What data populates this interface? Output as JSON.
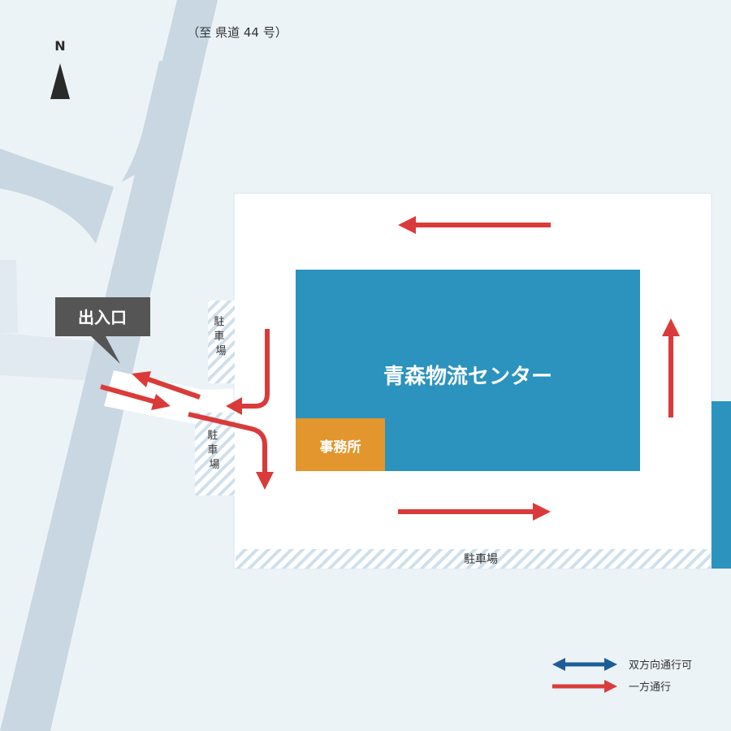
{
  "road_note": "（至 県道 44 号）",
  "compass": {
    "label": "N"
  },
  "entrance_label": "出入口",
  "building": {
    "name": "青森物流センター",
    "office": "事務所"
  },
  "parking_label": "駐車場",
  "legend": {
    "two_way": "双方向通行可",
    "one_way": "一方通行"
  },
  "colors": {
    "background": "#ecf3f7",
    "road": "#c8d7e1",
    "lot": "#ffffff",
    "building": "#2b93bd",
    "office": "#e3962d",
    "one_way_arrow": "#da3b3a",
    "two_way_arrow": "#1c5d97",
    "label_bg": "#555555"
  }
}
